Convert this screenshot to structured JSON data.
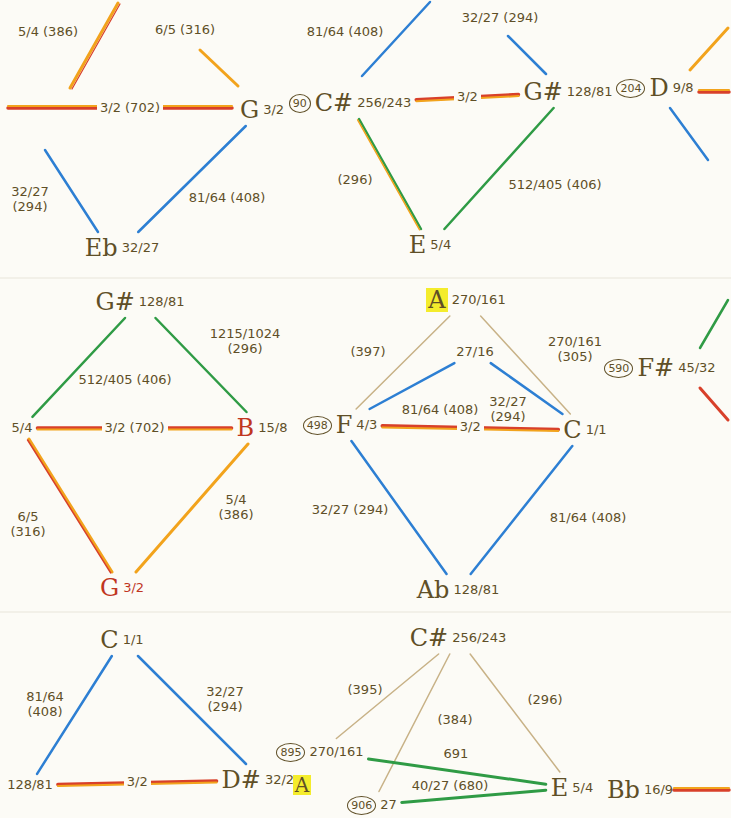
{
  "diagram": {
    "nodes": [
      {
        "text": [
          "G",
          "3/2"
        ]
      },
      {
        "text": [
          "Eb",
          "32/27"
        ]
      },
      {
        "text": [
          "90",
          "C#",
          "256/243"
        ]
      },
      {
        "text": [
          "G#",
          "128/81"
        ]
      },
      {
        "text": [
          "E",
          "5/4"
        ]
      },
      {
        "text": [
          "204",
          "D",
          "9/8"
        ]
      },
      {
        "text": [
          "G#",
          "128/81"
        ]
      },
      {
        "text": [
          "5/4"
        ]
      },
      {
        "text": [
          "B",
          "15/8"
        ]
      },
      {
        "text": [
          "G",
          "3/2"
        ]
      },
      {
        "text": [
          "A",
          "270/161"
        ]
      },
      {
        "text": [
          "27/16"
        ]
      },
      {
        "text": [
          "498",
          "F",
          "4/3"
        ]
      },
      {
        "text": [
          "C",
          "1/1"
        ]
      },
      {
        "text": [
          "Ab",
          "128/81"
        ]
      },
      {
        "text": [
          "590",
          "F#",
          "45/32"
        ]
      },
      {
        "text": [
          "C",
          "1/1"
        ]
      },
      {
        "text": [
          "128/81"
        ]
      },
      {
        "text": [
          "D#",
          "32/27"
        ]
      },
      {
        "text": [
          "C#",
          "256/243"
        ]
      },
      {
        "text": [
          "895",
          "270/161"
        ]
      },
      {
        "text": [
          "906",
          "27"
        ]
      },
      {
        "text": [
          "E",
          "5/4"
        ]
      },
      {
        "text": [
          "Bb",
          "16/9"
        ]
      }
    ],
    "edges": [
      {
        "from": 1,
        "to": 0,
        "label": "81/64 (408)",
        "arrow": "none"
      },
      {
        "from": 2,
        "to": 3,
        "label": "3/2",
        "arrow": "none"
      },
      {
        "from": 2,
        "to": 4,
        "label": "(296)",
        "arrow": "none"
      },
      {
        "from": 4,
        "to": 3,
        "label": "512/405 (406)",
        "arrow": "none"
      },
      {
        "from": 7,
        "to": 6,
        "label": "512/405 (406)",
        "arrow": "none"
      },
      {
        "from": 6,
        "to": 8,
        "label": "1215/1024 (296)",
        "arrow": "none"
      },
      {
        "from": 7,
        "to": 8,
        "label": "3/2 (702)",
        "arrow": "none"
      },
      {
        "from": 7,
        "to": 9,
        "label": "6/5 (316)",
        "arrow": "none"
      },
      {
        "from": 9,
        "to": 8,
        "label": "5/4 (386)",
        "arrow": "none"
      },
      {
        "from": 12,
        "to": 10,
        "label": "(397)",
        "arrow": "none"
      },
      {
        "from": 12,
        "to": 11,
        "label": "81/64 (408)",
        "arrow": "none"
      },
      {
        "from": 11,
        "to": 13,
        "label": "32/27 (294)",
        "arrow": "none"
      },
      {
        "from": 10,
        "to": 13,
        "label": "270/161 (305)",
        "arrow": "none"
      },
      {
        "from": 12,
        "to": 13,
        "label": "3/2",
        "arrow": "none"
      },
      {
        "from": 12,
        "to": 14,
        "label": "32/27 (294)",
        "arrow": "none"
      },
      {
        "from": 14,
        "to": 13,
        "label": "81/64 (408)",
        "arrow": "none"
      },
      {
        "from": 17,
        "to": 16,
        "label": "81/64 (408)",
        "arrow": "none"
      },
      {
        "from": 16,
        "to": 18,
        "label": "32/27 (294)",
        "arrow": "none"
      },
      {
        "from": 17,
        "to": 18,
        "label": "3/2",
        "arrow": "none"
      },
      {
        "from": 20,
        "to": 19,
        "label": "(395)",
        "arrow": "none"
      },
      {
        "from": 21,
        "to": 19,
        "label": "(384)",
        "arrow": "none"
      },
      {
        "from": 19,
        "to": 22,
        "label": "(296)",
        "arrow": "none"
      },
      {
        "from": 20,
        "to": 22,
        "label": "691",
        "arrow": "none"
      },
      {
        "from": 21,
        "to": 22,
        "label": "40/27 (680)",
        "arrow": "none"
      }
    ],
    "labels": [
      "5/4 (386)",
      "6/5 (316)",
      "3/2 (702)",
      "32/27 (294)",
      "81/64 (408)",
      "32/27 (294)",
      "A"
    ]
  }
}
